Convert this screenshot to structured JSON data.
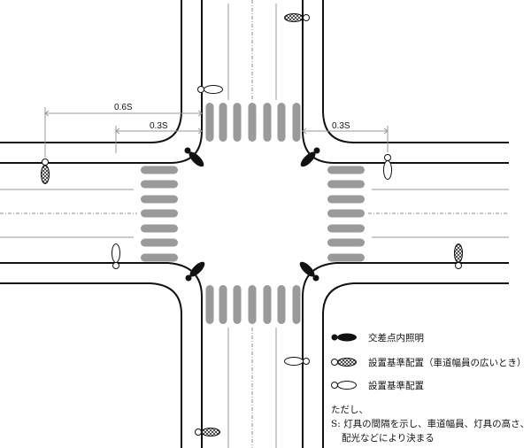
{
  "dimensions": {
    "left_far": "0.6S",
    "left_near": "0.3S",
    "right_near": "0.3S"
  },
  "legend": {
    "items": [
      {
        "icon": "intersection-light-icon",
        "label": "交差点内照明"
      },
      {
        "icon": "hatched-light-icon",
        "label": "設置基準配置（車道幅員の広いとき）"
      },
      {
        "icon": "open-light-icon",
        "label": "設置基準配置"
      }
    ],
    "note_title": "ただし、",
    "note_line1": "S: 灯具の間隔を示し、車道幅員、灯具の高さ、",
    "note_line2": "配光などにより決まる"
  },
  "colors": {
    "road": "#111111",
    "crosswalk": "#9a9a9a",
    "lane": "#999999"
  }
}
